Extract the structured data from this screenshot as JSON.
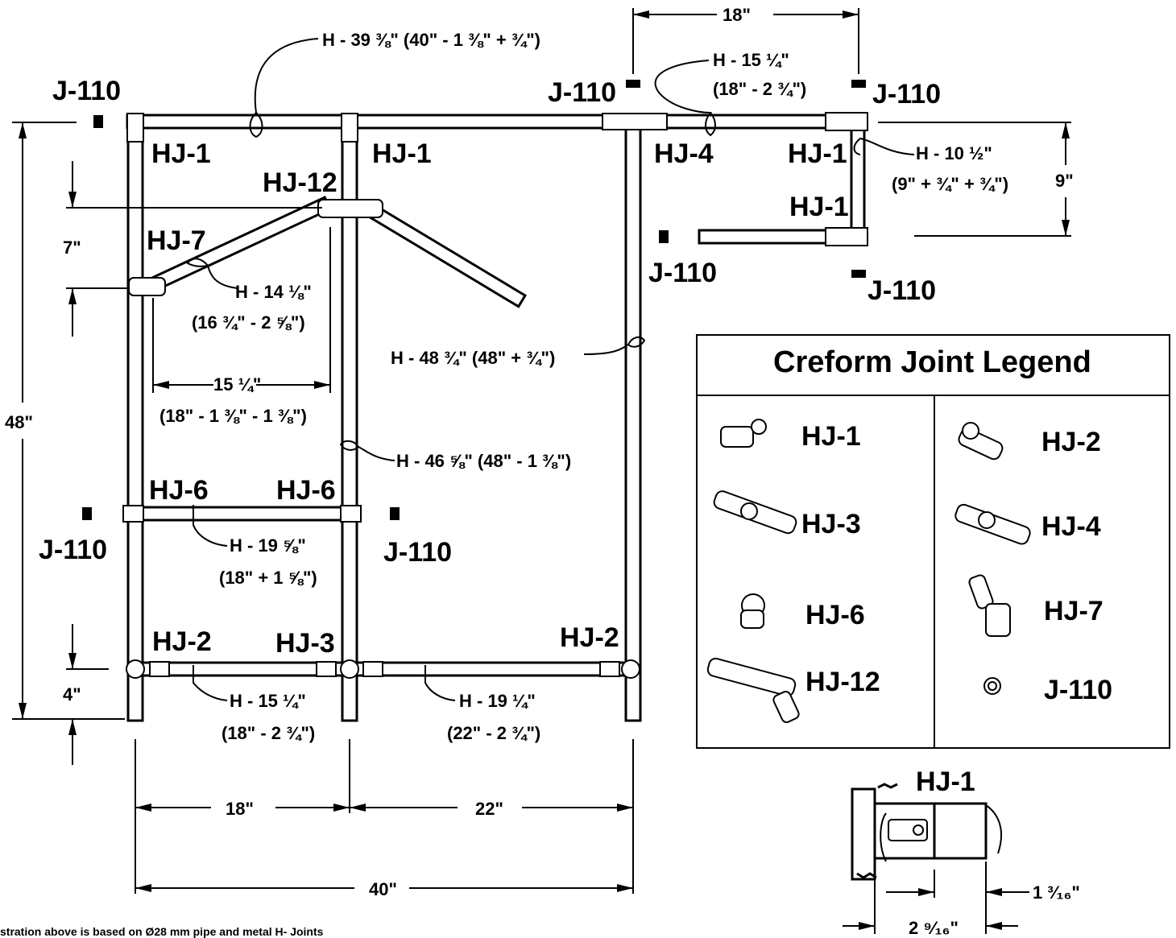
{
  "dims": {
    "top_width": "18\"",
    "overall_height": "48\"",
    "side_height": "9\"",
    "seg7": "7\"",
    "seg4": "4\"",
    "bottom_18": "18\"",
    "bottom_22": "22\"",
    "bottom_40": "40\"",
    "brace_span": "15 ¼\"",
    "brace_span_calc": "(18\" - 1 ⅜\" - 1 ⅜\")"
  },
  "pipes": {
    "top_long": "H - 39 ⅜\"  (40\" - 1 ⅜\" + ¾\")",
    "top_short": "H - 15 ¼\"",
    "top_short_calc": "(18\" - 2 ¾\")",
    "side_short": "H - 10 ½\"",
    "side_short_calc": "(9\" + ¾\" + ¾\")",
    "diag": "H - 14 ⅛\"",
    "diag_calc": "(16 ¾\" - 2 ⅝\")",
    "post_long": "H - 48 ¾\"  (48\" + ¾\")",
    "post_mid": "H - 46 ⅝\"  (48\" - 1 ⅜\")",
    "shelf": "H - 19 ⅝\"",
    "shelf_calc": "(18\" + 1 ⅝\")",
    "low_left": "H - 15 ¼\"",
    "low_left_calc": "(18\" - 2 ¾\")",
    "low_right": "H - 19 ¼\"",
    "low_right_calc": "(22\" - 2 ¾\")"
  },
  "joints": {
    "j110_tl": "J-110",
    "j110_tm": "J-110",
    "j110_tr": "J-110",
    "j110_mid": "J-110",
    "j110_br": "J-110",
    "j110_left": "J-110",
    "j110_center": "J-110",
    "hj1_a": "HJ-1",
    "hj1_b": "HJ-1",
    "hj1_c": "HJ-1",
    "hj1_d": "HJ-1",
    "hj4": "HJ-4",
    "hj12": "HJ-12",
    "hj7": "HJ-7",
    "hj6_a": "HJ-6",
    "hj6_b": "HJ-6",
    "hj2_a": "HJ-2",
    "hj3": "HJ-3",
    "hj2_b": "HJ-2"
  },
  "legend": {
    "title": "Creform Joint Legend",
    "items": [
      "HJ-1",
      "HJ-2",
      "HJ-3",
      "HJ-4",
      "HJ-6",
      "HJ-7",
      "HJ-12",
      "J-110"
    ]
  },
  "detail": {
    "title": "HJ-1",
    "dim_a": "1 ³⁄₁₆\"",
    "dim_b": "2 ⁹⁄₁₆\""
  },
  "footnote": "stration above is based on Ø28 mm pipe and metal H- Joints"
}
